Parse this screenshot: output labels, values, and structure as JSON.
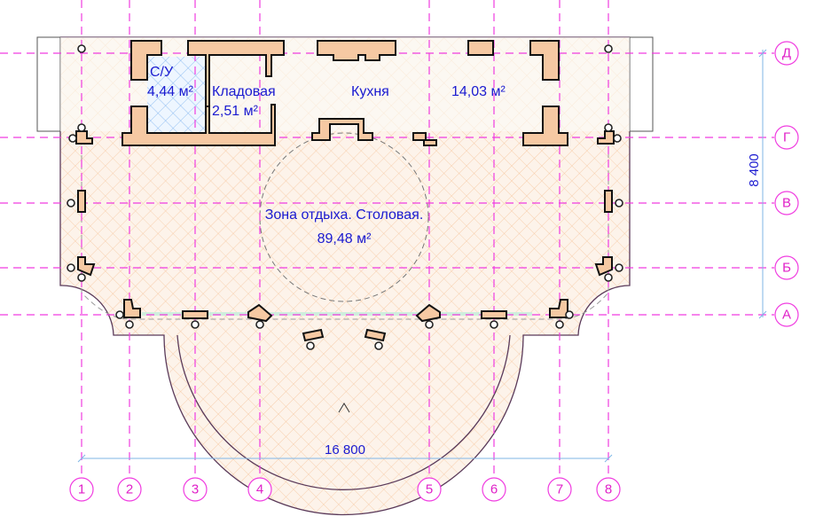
{
  "rooms": {
    "bathroom": {
      "name": "С/У",
      "area": "4,44 м²"
    },
    "storage": {
      "name": "Кладовая",
      "area": "2,51 м²"
    },
    "kitchen": {
      "name": "Кухня",
      "area": "14,03 м²"
    },
    "lounge": {
      "name": "Зона отдыха. Столовая.",
      "area": "89,48 м²"
    }
  },
  "axes": {
    "vertical": [
      "1",
      "2",
      "3",
      "4",
      "5",
      "6",
      "7",
      "8"
    ],
    "horizontal": [
      "Д",
      "Г",
      "В",
      "Б",
      "А"
    ]
  },
  "dimensions": {
    "width": "16 800",
    "depth": "8 400"
  },
  "colors": {
    "grid": "#f03ce0",
    "wall": "#f6c9a3",
    "text": "#1a1ad0",
    "dimension": "#7fb6e6"
  }
}
